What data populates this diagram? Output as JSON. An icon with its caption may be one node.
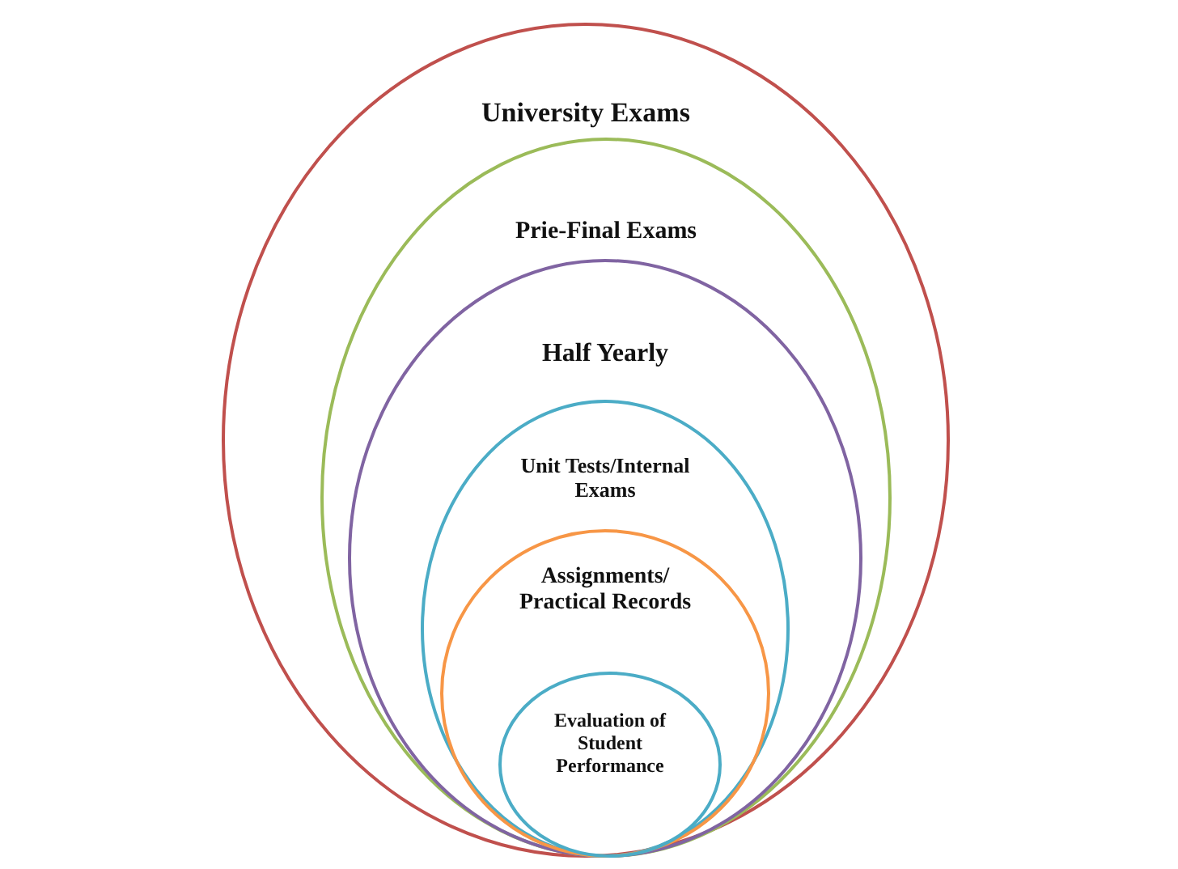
{
  "diagram": {
    "nodes": [
      {
        "text": [
          "University Exams"
        ]
      },
      {
        "text": [
          "Prie-Final Exams"
        ],
        "in": 0
      },
      {
        "text": [
          "Half Yearly"
        ],
        "in": 1
      },
      {
        "text": [
          "Unit Tests/Internal Exams"
        ],
        "in": 2
      },
      {
        "text": [
          "Assignments/ Practical Records"
        ],
        "in": 3
      },
      {
        "text": [
          "Evaluation of Student Performance"
        ],
        "in": 4
      }
    ]
  }
}
